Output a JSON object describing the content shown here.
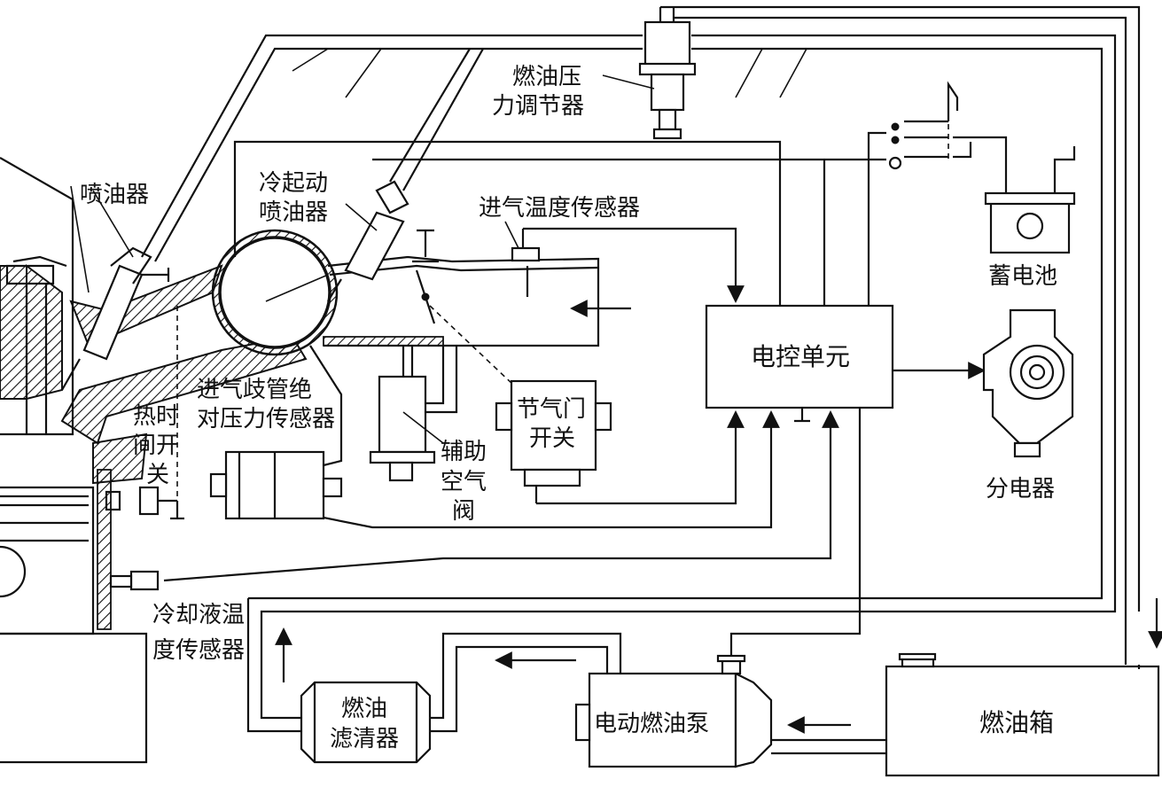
{
  "labels": {
    "fuel_pressure_regulator_1": "燃油压",
    "fuel_pressure_regulator_2": "力调节器",
    "injector": "喷油器",
    "cold_start_injector_1": "冷起动",
    "cold_start_injector_2": "喷油器",
    "intake_temp_sensor": "进气温度传感器",
    "battery": "蓄电池",
    "ecu": "电控单元",
    "distributor": "分电器",
    "map_sensor_1": "进气歧管绝",
    "map_sensor_2": "对压力传感器",
    "thermo_time_switch_1": "热时",
    "thermo_time_switch_2": "间开",
    "thermo_time_switch_3": "关",
    "aux_air_valve_1": "辅助",
    "aux_air_valve_2": "空气",
    "aux_air_valve_3": "阀",
    "throttle_switch_1": "节气门",
    "throttle_switch_2": "开关",
    "coolant_temp_sensor_1": "冷却液温",
    "coolant_temp_sensor_2": "度传感器",
    "fuel_filter_1": "燃油",
    "fuel_filter_2": "滤清器",
    "electric_fuel_pump": "电动燃油泵",
    "fuel_tank": "燃油箱"
  }
}
